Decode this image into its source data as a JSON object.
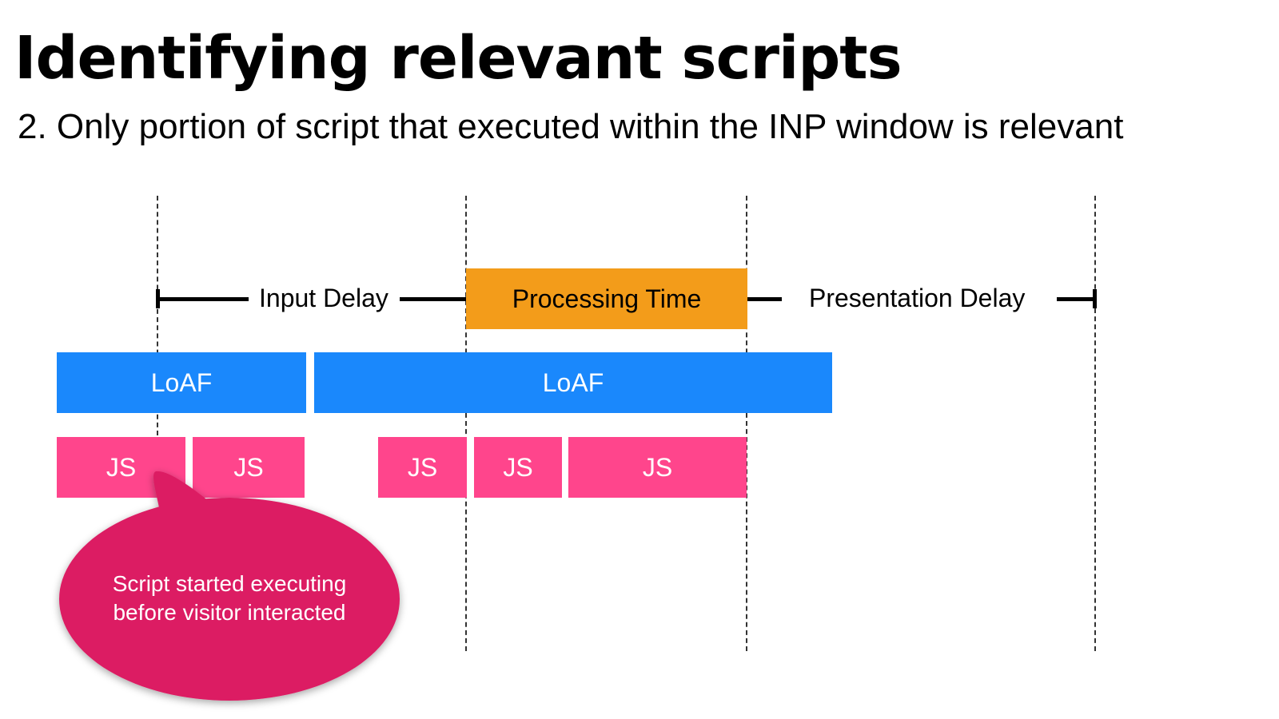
{
  "title": "Identifying relevant scripts",
  "subtitle": "2. Only portion of script that executed within the INP window is relevant",
  "timeline": {
    "input_delay": "Input Delay",
    "processing_time": "Processing Time",
    "presentation_delay": "Presentation Delay"
  },
  "loaf": [
    "LoAF",
    "LoAF"
  ],
  "js": [
    "JS",
    "JS",
    "JS",
    "JS",
    "JS"
  ],
  "callout": {
    "line1": "Script started executing",
    "line2": "before visitor interacted"
  },
  "colors": {
    "loaf": "#1a88fc",
    "js": "#ff458c",
    "processing": "#f39c1a",
    "callout": "#dc1e63"
  }
}
